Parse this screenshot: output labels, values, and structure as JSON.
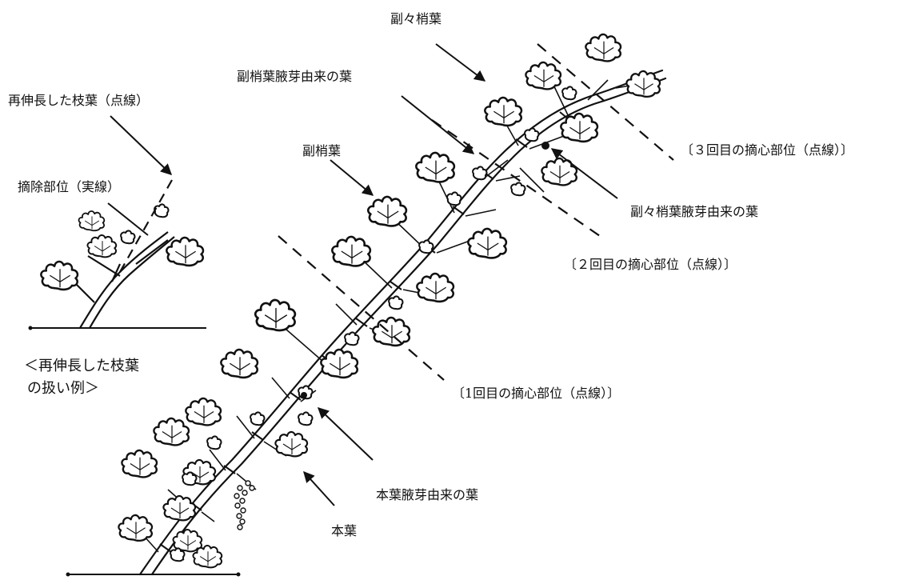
{
  "labels": {
    "regrown_shoot": "再伸長した枝葉（点線）",
    "removal_part": "摘除部位（実線）",
    "example_title_line1": "＜再伸長した枝葉",
    "example_title_line2": "の扱い例＞",
    "sub_sub_shoot_leaf": "副々梢葉",
    "leaf_from_sub_shoot_axillary_bud": "副梢葉腋芽由来の葉",
    "sub_shoot_leaf": "副梢葉",
    "third_pinching": "〔３回目の摘心部位（点線）〕",
    "leaf_from_sub_sub_shoot_axillary_bud": "副々梢葉腋芽由来の葉",
    "second_pinching": "〔２回目の摘心部位（点線）〕",
    "first_pinching": "〔1回目の摘心部位（点線）〕",
    "leaf_from_main_axillary_bud": "本葉腋芽由来の葉",
    "main_leaf": "本葉"
  },
  "colors": {
    "ink": "#111111",
    "background": "#ffffff"
  }
}
